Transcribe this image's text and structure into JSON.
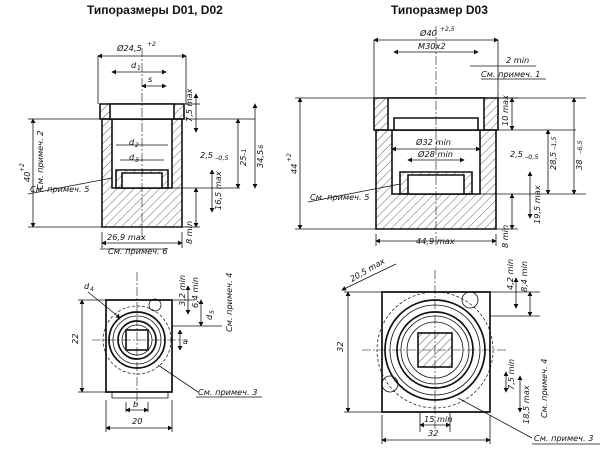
{
  "titles": {
    "left": "Типоразмеры D01, D02",
    "right": "Типоразмер D03"
  },
  "left_section": {
    "d_outer": "Ø24,5",
    "d_outer_tol": "+2",
    "d1": "d",
    "d1_sub": "1",
    "s": "s",
    "d2": "d",
    "d2_sub": "2",
    "d3": "d",
    "d3_sub": "3",
    "h_7_5": "7,5 max",
    "h_2_5": "2,5",
    "h_2_5_tol": "–0,5",
    "h_25": "25",
    "h_25_tol": "–1",
    "h_34_5": "34,5",
    "h_34_5_tol": "–6",
    "h_16_5": "16,5 max",
    "h_8": "8 min",
    "h_40": "40",
    "h_40_tol": "+2",
    "w_26_9": "26,9 max",
    "note2": "См. примеч. 2",
    "note5": "См. примеч. 5",
    "note6": "См. примеч. 6"
  },
  "right_section": {
    "d_outer": "Ø40",
    "d_outer_tol": "+2,5",
    "thread": "M30x2",
    "h_2": "2 min",
    "note1": "См. примеч. 1",
    "h_10": "10 max",
    "d_32": "Ø32 min",
    "d_28": "Ø28 min",
    "h_2_5": "2,5",
    "h_2_5_tol": "–0,5",
    "h_28_5": "28,5",
    "h_28_5_tol": "–1,5",
    "h_38": "38",
    "h_38_tol": "–6,5",
    "h_44": "44",
    "h_44_tol": "+2",
    "note5": "См. примеч. 5",
    "w_44_9": "44,9 max",
    "h_19_5": "19,5 max",
    "h_8": "8 min"
  },
  "left_plan": {
    "d4": "d",
    "d4_sub": "4",
    "h_3_2": "3,2 min",
    "h_6_4": "6,4 min",
    "d5": "d",
    "d5_sub": "5",
    "note4": "См. примеч. 4",
    "a": "a",
    "h_22": "22",
    "note3": "См. примеч. 3",
    "b": "b",
    "w_20": "20"
  },
  "right_plan": {
    "w_20_5": "20,5 max",
    "h_4_2": "4,2 min",
    "h_8_4": "8,4 min",
    "h_32": "32",
    "h_7_5": "7,5 min",
    "h_18_5": "18,5 max",
    "note4": "См. примеч. 4",
    "w_15": "15 min",
    "w_32": "32",
    "note3": "См. примеч. 3"
  }
}
